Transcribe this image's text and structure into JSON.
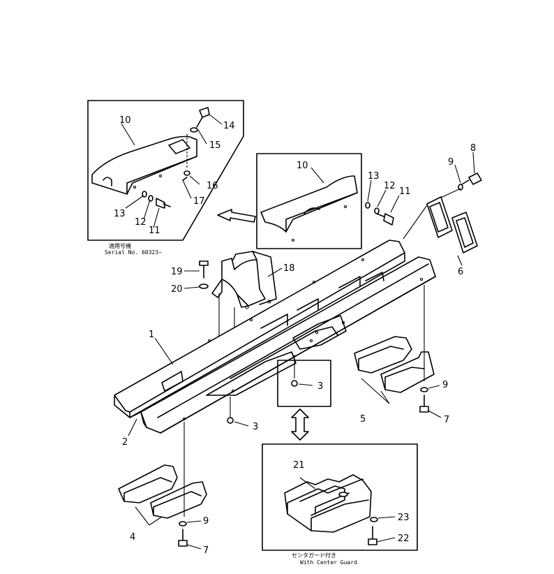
{
  "callouts": {
    "c1": "1",
    "c2": "2",
    "c3a": "3",
    "c3b": "3",
    "c4": "4",
    "c5": "5",
    "c6": "6",
    "c7a": "7",
    "c7b": "7",
    "c8": "8",
    "c9a": "9",
    "c9b": "9",
    "c9c": "9",
    "c10a": "10",
    "c10b": "10",
    "c11a": "11",
    "c11b": "11",
    "c12a": "12",
    "c12b": "12",
    "c13a": "13",
    "c13b": "13",
    "c14": "14",
    "c15": "15",
    "c16": "16",
    "c17": "17",
    "c18": "18",
    "c19": "19",
    "c20": "20",
    "c21": "21",
    "c22": "22",
    "c23": "23"
  },
  "captions": {
    "serial_jp": "適用号機",
    "serial_en": "Serial No. 60323~",
    "guard_jp": "センタガード付き",
    "guard_en": "With Center Guard"
  }
}
